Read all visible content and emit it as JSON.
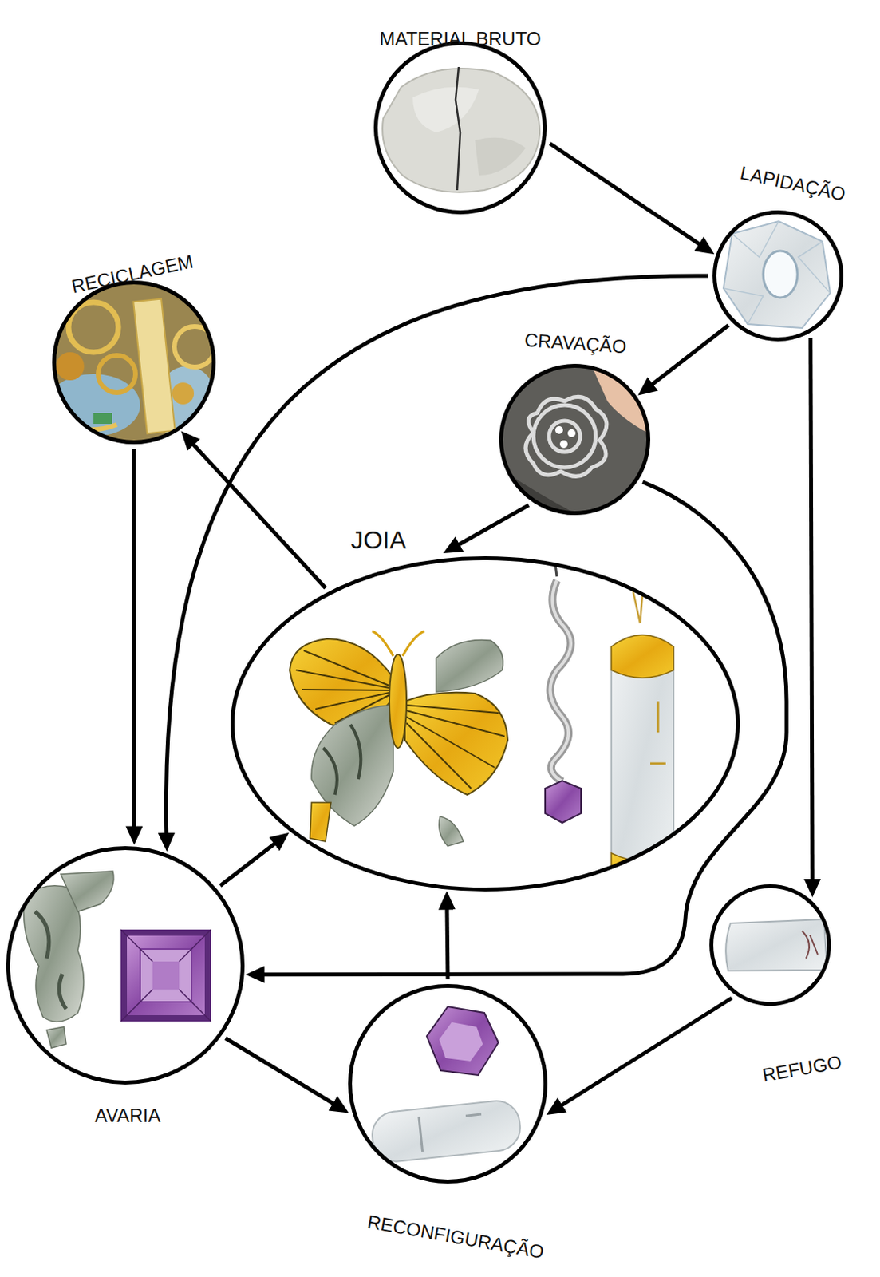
{
  "diagram": {
    "nodes": [
      {
        "text": [
          "MATERIAL BRUTO"
        ]
      },
      {
        "text": [
          "LAPIDAÇÃO"
        ]
      },
      {
        "text": [
          "RECICLAGEM"
        ]
      },
      {
        "text": [
          "CRAVAÇÃO"
        ]
      },
      {
        "text": [
          "JOIA"
        ]
      },
      {
        "text": [
          "AVARIA"
        ]
      },
      {
        "text": [
          "REFUGO"
        ]
      },
      {
        "text": [
          "RECONFIGURAÇÃO"
        ]
      }
    ],
    "edges": [
      {
        "from": 0,
        "to": 1,
        "arrow": "to"
      },
      {
        "from": 1,
        "to": 3,
        "arrow": "to"
      },
      {
        "from": 1,
        "to": 5,
        "arrow": "to"
      },
      {
        "from": 1,
        "to": 6,
        "arrow": "to"
      },
      {
        "from": 3,
        "to": 4,
        "arrow": "to"
      },
      {
        "from": 3,
        "to": 5,
        "arrow": "to"
      },
      {
        "from": 4,
        "to": 2,
        "arrow": "to"
      },
      {
        "from": 2,
        "to": 5,
        "arrow": "to"
      },
      {
        "from": 5,
        "to": 4,
        "arrow": "to"
      },
      {
        "from": 5,
        "to": 7,
        "arrow": "to"
      },
      {
        "from": 6,
        "to": 7,
        "arrow": "to"
      },
      {
        "from": 7,
        "to": 4,
        "arrow": "to"
      }
    ]
  }
}
